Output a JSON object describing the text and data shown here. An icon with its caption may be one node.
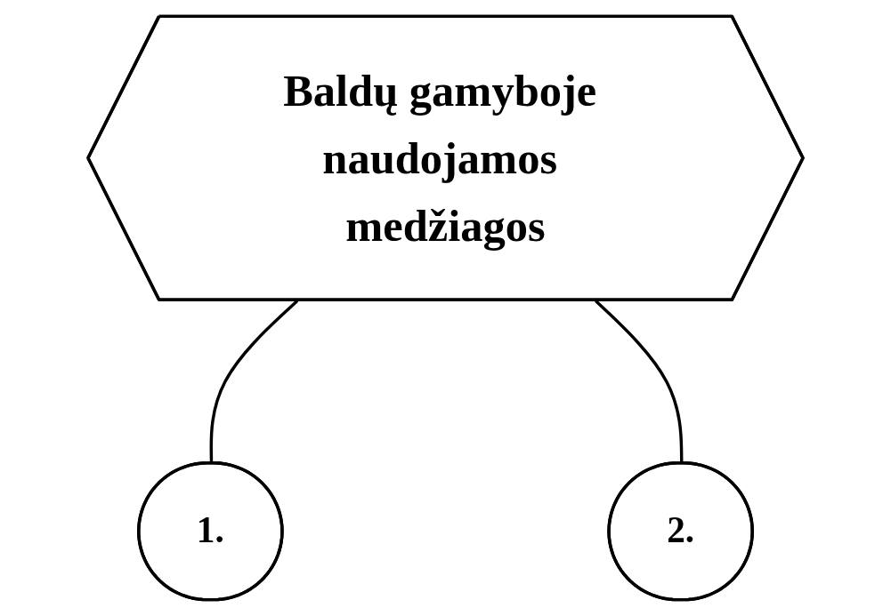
{
  "diagram": {
    "nodes": [
      {
        "text": [
          "Baldų gamyboje naudojamos medžiagos"
        ]
      },
      {
        "text": [
          "1."
        ]
      },
      {
        "text": [
          "2."
        ]
      }
    ],
    "edges": [
      {
        "from": 0,
        "to": 1,
        "arrow": "none"
      },
      {
        "from": 0,
        "to": 2,
        "arrow": "none"
      }
    ]
  }
}
